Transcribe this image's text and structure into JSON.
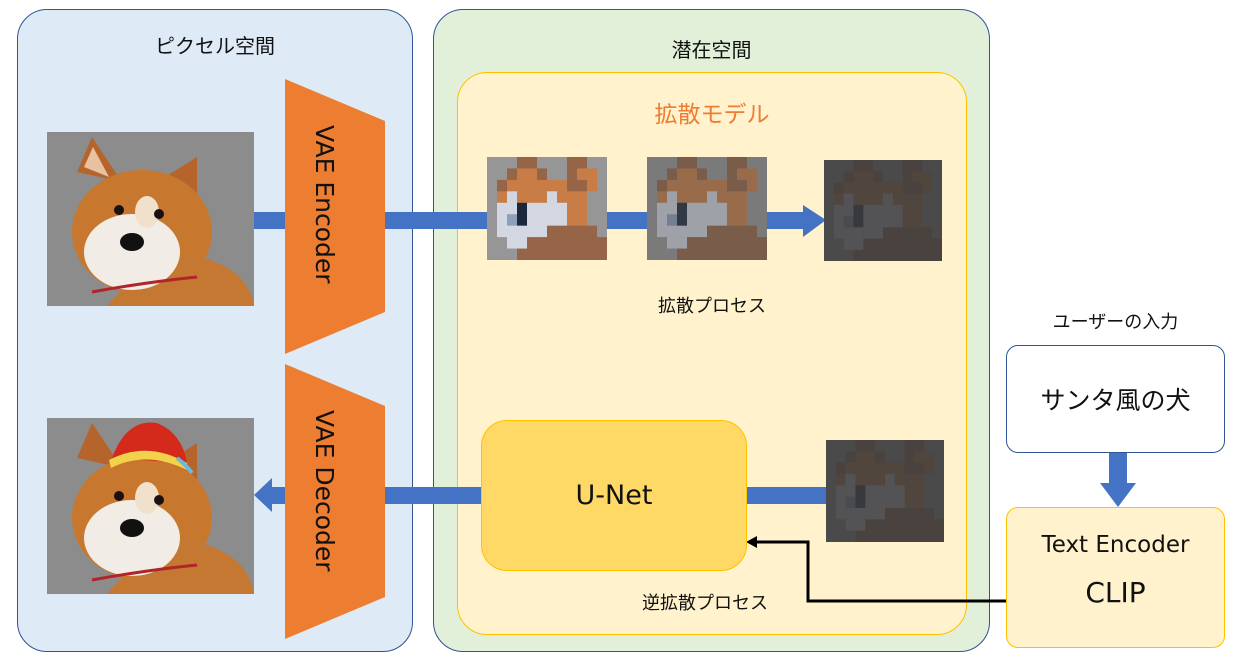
{
  "pixel_space": {
    "title": "ピクセル空間"
  },
  "latent_space": {
    "title": "潜在空間"
  },
  "diffusion_model": {
    "title": "拡散モデル",
    "title_color": "#ed7d31"
  },
  "encoder": {
    "label": "VAE Encoder",
    "color": "#ed7d31"
  },
  "decoder": {
    "label": "VAE Decoder",
    "color": "#ed7d31"
  },
  "forward_process": {
    "label": "拡散プロセス"
  },
  "reverse_process": {
    "label": "逆拡散プロセス"
  },
  "unet": {
    "label": "U-Net"
  },
  "user_input": {
    "heading": "ユーザーの入力",
    "prompt": "サンタ風の犬"
  },
  "text_encoder": {
    "label": "Text Encoder",
    "model": "CLIP"
  },
  "images": {
    "input_dog": "shiba-inu-photo",
    "output_dog": "shiba-inu-with-santa-hat",
    "latents": [
      "latent-slightly-noisy",
      "latent-noisier",
      "latent-pure-noise"
    ],
    "unet_input": "latent-pure-noise"
  },
  "colors": {
    "arrow": "#4472c4",
    "pixel_panel_bg": "#deebf7",
    "latent_panel_bg": "#e2f0d9",
    "diffusion_panel_bg": "#fff2cc",
    "unet_bg": "#ffd966",
    "border_blue": "#2f5597",
    "border_gold": "#ffc000"
  }
}
